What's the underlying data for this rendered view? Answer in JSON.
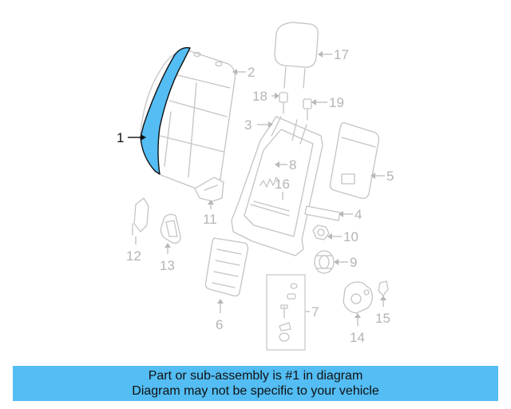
{
  "diagram": {
    "highlight_color": "#53bdf4",
    "outline_color": "#c4c4c4",
    "callouts": {
      "c1": "1",
      "c2": "2",
      "c3": "3",
      "c4": "4",
      "c5": "5",
      "c6": "6",
      "c7": "7",
      "c8": "8",
      "c9": "9",
      "c10": "10",
      "c11": "11",
      "c12": "12",
      "c13": "13",
      "c14": "14",
      "c15": "15",
      "c16": "16",
      "c17": "17",
      "c18": "18",
      "c19": "19"
    }
  },
  "banner": {
    "line1": "Part or sub-assembly is #1 in diagram",
    "line2": "Diagram may not be specific to your vehicle",
    "background": "#53bdf4"
  }
}
